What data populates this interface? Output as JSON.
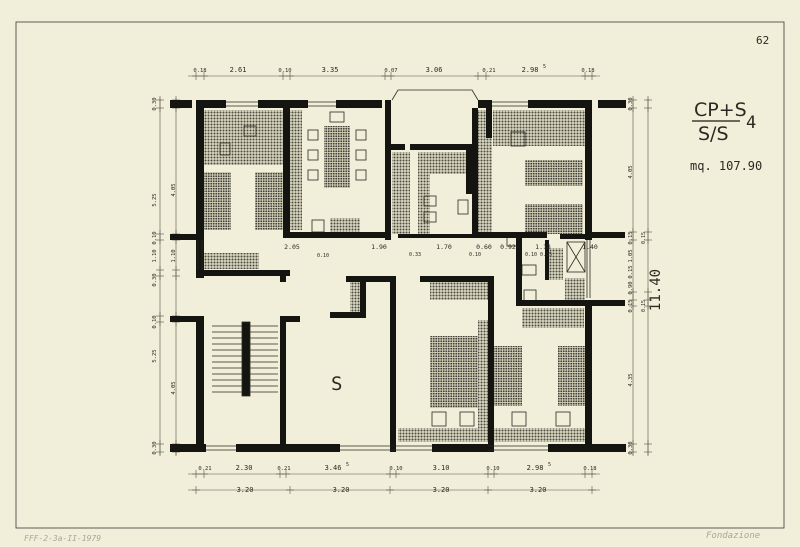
{
  "sheet": {
    "page_number": "62",
    "title_top": "CP+S",
    "title_bottom": "S/S",
    "title_suffix": "4",
    "area": "mq. 107.90",
    "overall_depth": "11.40",
    "room_label": "S",
    "signature": "Fondazione",
    "archive_note": "FFF-2-3a-II-1979"
  },
  "dimensions": {
    "top_row": [
      "0.18",
      "2.61",
      "0.10",
      "3.35",
      "0.07",
      "3.06",
      "0.21",
      "2.98",
      "0.18"
    ],
    "top_superscripts": [
      "",
      "",
      "",
      "",
      "",
      "",
      "",
      "5",
      ""
    ],
    "bottom_row1": [
      "0.21",
      "2.30",
      "0.21",
      "3.46",
      "0.10",
      "3.10",
      "0.10",
      "2.98",
      "0.18"
    ],
    "bottom_superscripts": [
      "",
      "",
      "",
      "5",
      "",
      "",
      "",
      "5",
      ""
    ],
    "bottom_row2": [
      "3.20",
      "3.20",
      "3.20",
      "3.20"
    ],
    "interior_row": [
      "2.05",
      "1.90",
      "1.70",
      "0.60",
      "0.92",
      "1.18",
      "1.40"
    ],
    "interior_small": [
      "0.10",
      "0.33",
      "0.10",
      "0.10",
      "0.15"
    ],
    "left_outer": [
      "0.30",
      "5.25",
      "0.10",
      "1.10",
      "0.30",
      "0.10",
      "5.25",
      "0.30"
    ],
    "left_inner": [
      "4.05",
      "1.10",
      "4.05"
    ],
    "right_col": [
      "0.30",
      "4.05",
      "0.15",
      "1.05",
      "0.15",
      "0.90",
      "0.15",
      "4.35",
      "0.30"
    ],
    "right_inner": [
      "0.15",
      "0.15"
    ]
  },
  "colors": {
    "paper": "#f1efd9",
    "ink": "#1a1a16",
    "hatch": "#5a5a4e"
  }
}
